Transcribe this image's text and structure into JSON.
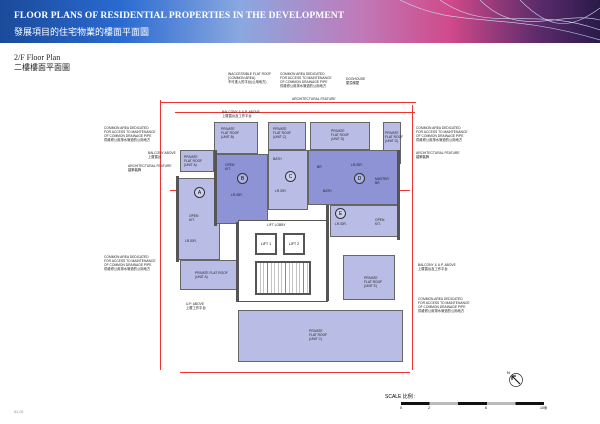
{
  "header": {
    "title_en": "FLOOR PLANS OF RESIDENTIAL PROPERTIES IN THE DEVELOPMENT",
    "title_zh": "發展項目的住宅物業的樓面平面圖"
  },
  "plan": {
    "title_en": "2/F Floor Plan",
    "title_zh": "二樓樓面平面圖"
  },
  "annotations": {
    "inaccessible": "INACCESSIBLE FLAT ROOF\n(COMMON AREA)\n不可進入的平台(公用地方)",
    "common_top": "COMMON AREA DEDICATED\nFOR ACCESS TO MAINTENANCE\nOF COMMON DRAINAGE PIPE\n供維修公用排水管道的公用地方",
    "doghouse": "DOGHOUSE\n屋頂梯屋",
    "arch_top": "ARCHITECTURAL FEATURE",
    "balcony_up_top": "BALCONY & U.P. ABOVE\n上層露台及工作平台",
    "common_left1": "COMMON AREA DEDICATED\nFOR ACCESS TO MAINTENANCE\nOF COMMON DRAINAGE PIPE\n供維修公用排水管道的公用地方",
    "balcony_above": "BALCONY ABOVE\n上層露台",
    "arch_left": "ARCHITECTURAL FEATURE\n建築裝飾",
    "common_left2": "COMMON AREA DEDICATED\nFOR ACCESS TO MAINTENANCE\nOF COMMON DRAINAGE PIPE\n供維修公用排水管道的公用地方",
    "up_above": "U.P. ABOVE\n上層工作平台",
    "common_right1": "COMMON AREA DEDICATED\nFOR ACCESS TO MAINTENANCE\nOF COMMON DRAINAGE PIPE\n供維修公用排水管道的公用地方",
    "arch_right": "ARCHITECTURAL FEATURE\n建築裝飾",
    "balcony_up_right": "BALCONY & U.P. ABOVE\n上層露台及工作平台",
    "common_right2": "COMMON AREA DEDICATED\nFOR ACCESS TO MAINTENANCE\nOF COMMON DRAINAGE PIPE\n供維修公用排水管道的公用地方"
  },
  "rooms": {
    "roof_b": "PRIVATE\nFLAT ROOF\n(UNIT B)",
    "roof_c": "PRIVATE\nFLAT ROOF\n(UNIT C)",
    "roof_d": "PRIVATE\nFLAT ROOF\n(UNIT D)",
    "roof_d2": "PRIVATE\nFLAT ROOF\n(UNIT D)",
    "roof_a_top": "PRIVATE\nFLAT ROOF\n(UNIT A)",
    "roof_a": "PRIVATE FLAT ROOF\n(UNIT A)",
    "roof_e": "PRIVATE\nFLAT ROOF\n(UNIT E)",
    "roof_c_big": "PRIVATE\nFLAT ROOF\n(UNIT C)",
    "open_kit": "OPEN\nKIT.",
    "lr_dr": "LR./DR.",
    "bath": "BATH",
    "br": "BR",
    "master": "MASTER\nBR",
    "lift_lobby": "LIFT LOBBY",
    "lift1": "LIFT 1",
    "lift2": "LIFT 2",
    "unit_a": "A",
    "unit_b": "B",
    "unit_c": "C",
    "unit_d": "D",
    "unit_e": "E"
  },
  "scale": {
    "label": "SCALE 比例 :",
    "ticks": [
      "0",
      "2",
      "6",
      "10米"
    ]
  },
  "north": "N",
  "page_ref": "A1-02"
}
